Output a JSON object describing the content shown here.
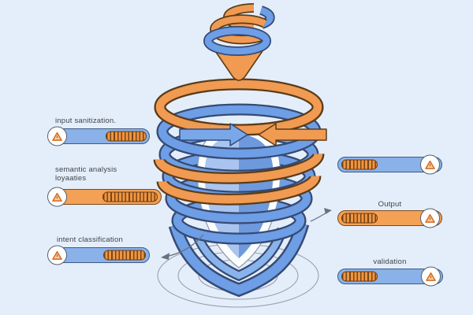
{
  "colors": {
    "background": "#e4eefa",
    "bar_blue": "#8ab1e8",
    "bar_orange": "#f4a055",
    "stripe_fill": "#ef9440",
    "stripe_dark": "#7a4616",
    "ring_blue": "#6d9ee6",
    "ring_blue_light": "#a9c6f0",
    "ring_blue_dark": "#364a73",
    "ring_orange": "#f09a52",
    "shield_left": "#a9c5ef",
    "shield_right": "#6e9add",
    "text": "#3f4348"
  },
  "icons": {
    "badge_icon": "warning-triangle-icon",
    "center_icons": [
      "flow-arrow-right-icon",
      "flow-arrow-left-icon"
    ]
  },
  "stages": {
    "left": [
      {
        "label": "input sanitization.",
        "sublabel": "",
        "bar": "blue"
      },
      {
        "label": "semantic analysis",
        "sublabel": "loyaaties",
        "bar": "orange"
      },
      {
        "label": "intent classification",
        "sublabel": "",
        "bar": "blue"
      }
    ],
    "right": [
      {
        "label": "",
        "bar": "blue"
      },
      {
        "label": "Output",
        "bar": "orange"
      },
      {
        "label": "validation",
        "bar": "blue"
      }
    ]
  }
}
